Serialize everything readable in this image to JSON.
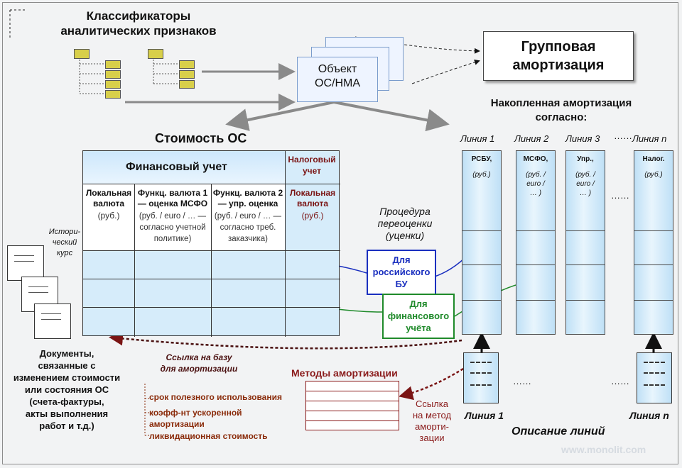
{
  "classifiers_title": "Классификаторы\nаналитических признаков",
  "object_label": "Объект\nОС/НМА",
  "group_amort": "Групповая\nамортизация",
  "accum_title": "Накопленная амортизация\nсогласно:",
  "cost_title": "Стоимость ОС",
  "fin_accounting": "Финансовый учет",
  "tax_accounting": "Налоговый\nучет",
  "columns": [
    {
      "title": "Локальная\nвалюта",
      "sub": "(руб.)"
    },
    {
      "title": "Функц. валюта 1\n— оценка МСФО",
      "sub": "(руб. / euro / … —\nсогласно учетной\nполитике)"
    },
    {
      "title": "Функц. валюта 2\n— упр. оценка",
      "sub": "(руб. / euro / … —\nсогласно треб.\nзаказчика)"
    },
    {
      "title": "Локальная\nвалюта",
      "sub": "(руб.)"
    }
  ],
  "lines": [
    {
      "label": "Линия 1",
      "head": "РСБУ,",
      "unit": "(руб.)"
    },
    {
      "label": "Линия 2",
      "head": "МСФО,",
      "unit": "(руб. /\neuro /\n… )"
    },
    {
      "label": "Линия 3",
      "head": "Упр.,",
      "unit": "(руб. /\neuro /\n… )"
    },
    {
      "label": "Линия n",
      "head": "Налог.",
      "unit": "(руб.)"
    }
  ],
  "line_dots": "……",
  "hist_rate": "Истори-\nческий\nкурс",
  "reval": "Процедура\nпереоценки\n(уценки)",
  "for_russian": "Для\nроссийского\nБУ",
  "for_financial": "Для\nфинансового\nучёта",
  "documents": "Документы,\nсвязанные с\nизменением стоимости\nили состояния ОС\n(счета-фактуры,\nакты выполнения\nработ и т.д.)",
  "link_base": "Ссылка  на базу\nдля  амортизации",
  "methods_title": "Методы амортизации",
  "methods": [
    "срок полезного использования",
    "коэфф-нт ускоренной\nамортизации",
    "ликвидационная стоимость"
  ],
  "link_method": "Ссылка\nна метод\nаморти-\nзации",
  "desc_line1": "Линия 1",
  "desc_linen": "Линия n",
  "desc_dots": "……",
  "desc_title": "Описание линий",
  "watermark": "www.monolit.com",
  "colors": {
    "blue_line": "#1a2fbf",
    "green_line": "#1f8a2a",
    "dark_red": "#8a1a1a",
    "column_fill": "#cfe8f8"
  }
}
